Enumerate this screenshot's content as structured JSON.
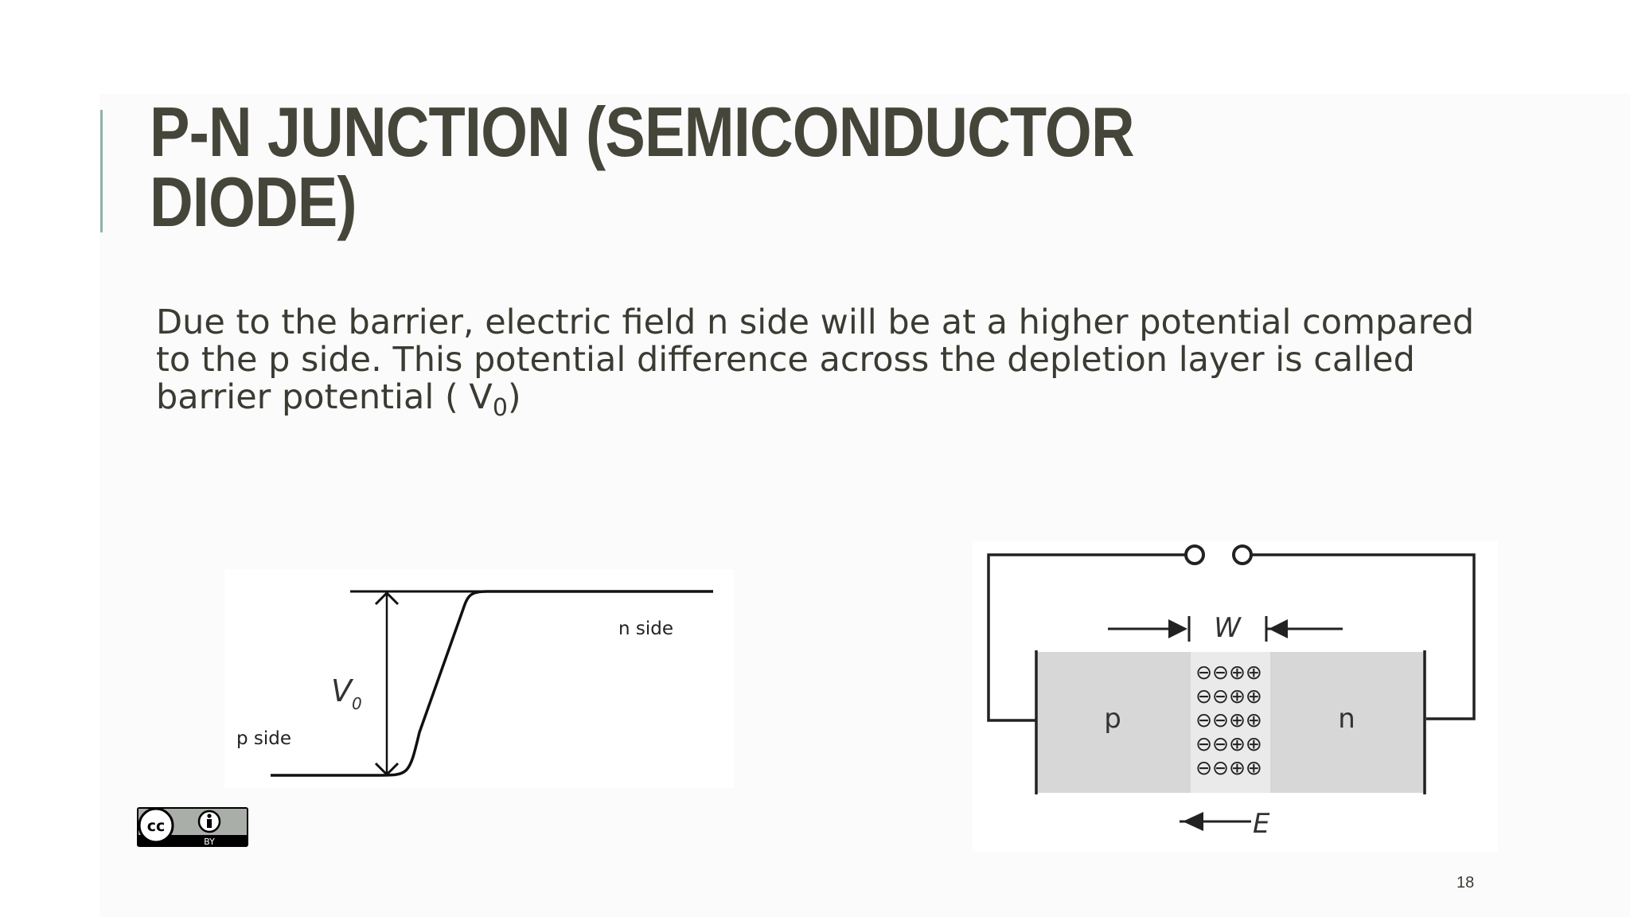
{
  "slide": {
    "title_line1": "P-N JUNCTION (SEMICONDUCTOR",
    "title_line2": "DIODE)",
    "body": "Due to the barrier, electric field n side will be at a higher potential compared to the p side. This potential difference across the depletion layer is called barrier potential ( V",
    "body_sub": "0",
    "body_end": ")",
    "page_number": "18"
  },
  "potential_diagram": {
    "label_v": "V",
    "label_v_sub": "0",
    "n_side": "n side",
    "p_side": "p side"
  },
  "junction_diagram": {
    "label_w": "W",
    "label_p": "p",
    "label_n": "n",
    "label_e": "E",
    "ion_rows": [
      "⊖⊖⊕⊕",
      "⊖⊖⊕⊕",
      "⊖⊖⊕⊕",
      "⊖⊖⊕⊕",
      "⊖⊖⊕⊕"
    ]
  },
  "license_badge": {
    "cc": "cc",
    "by": "BY",
    "icon": "cc-by-icon"
  }
}
